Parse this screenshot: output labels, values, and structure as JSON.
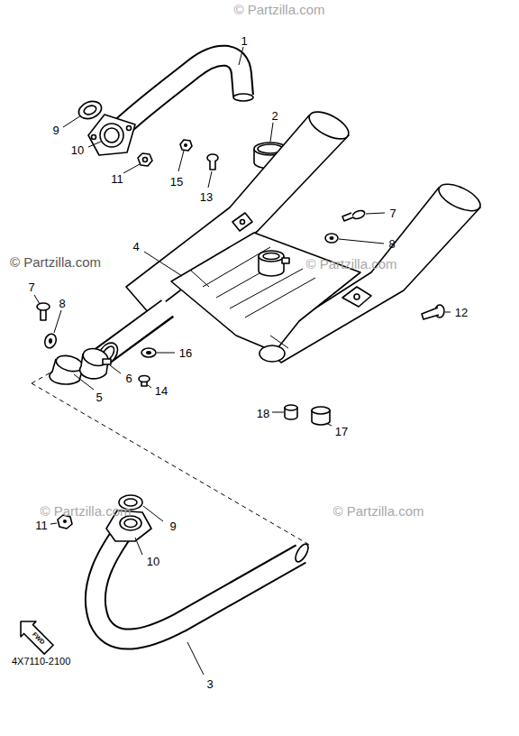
{
  "diagram": {
    "labels": [
      "© Partzilla.com",
      "© Partzilla.com",
      "© Partzilla.com",
      "© Partzilla.com",
      "© Partzilla.com",
      "1",
      "9",
      "10",
      "11",
      "15",
      "13",
      "2",
      "7",
      "4",
      "8",
      "12",
      "7",
      "8",
      "16",
      "5",
      "6",
      "14",
      "18",
      "17",
      "9",
      "11",
      "10",
      "3",
      "FWD",
      "4X7110-2100"
    ]
  }
}
